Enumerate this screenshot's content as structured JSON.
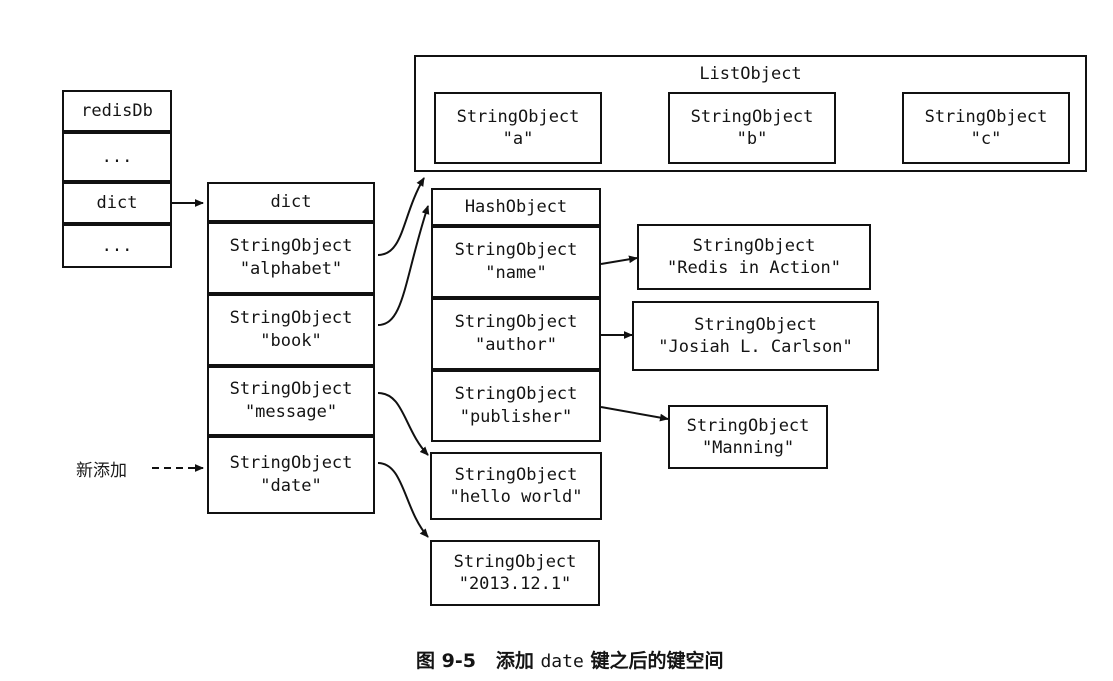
{
  "figure": {
    "caption_prefix": "图 9-5",
    "caption_mid": "添加",
    "caption_mono": "date",
    "caption_suffix": "键之后的键空间",
    "annotation_new": "新添加",
    "ink_color": "#111111",
    "paper_color": "#ffffff"
  },
  "redisdb": {
    "title": "redisDb",
    "rows": [
      {
        "text": "..."
      },
      {
        "text": "dict"
      },
      {
        "text": "..."
      }
    ]
  },
  "dict": {
    "title": "dict",
    "entries": [
      {
        "type": "StringObject",
        "value": "\"alphabet\""
      },
      {
        "type": "StringObject",
        "value": "\"book\""
      },
      {
        "type": "StringObject",
        "value": "\"message\""
      },
      {
        "type": "StringObject",
        "value": "\"date\""
      }
    ]
  },
  "list_object": {
    "title": "ListObject",
    "nodes": [
      {
        "type": "StringObject",
        "value": "\"a\""
      },
      {
        "type": "StringObject",
        "value": "\"b\""
      },
      {
        "type": "StringObject",
        "value": "\"c\""
      }
    ]
  },
  "hash_object": {
    "title": "HashObject",
    "fields": [
      {
        "type": "StringObject",
        "value": "\"name\""
      },
      {
        "type": "StringObject",
        "value": "\"author\""
      },
      {
        "type": "StringObject",
        "value": "\"publisher\""
      }
    ]
  },
  "hash_values": [
    {
      "type": "StringObject",
      "value": "\"Redis in Action\""
    },
    {
      "type": "StringObject",
      "value": "\"Josiah L. Carlson\""
    },
    {
      "type": "StringObject",
      "value": "\"Manning\""
    }
  ],
  "string_values": [
    {
      "type": "StringObject",
      "value": "\"hello world\""
    },
    {
      "type": "StringObject",
      "value": "\"2013.12.1\""
    }
  ]
}
